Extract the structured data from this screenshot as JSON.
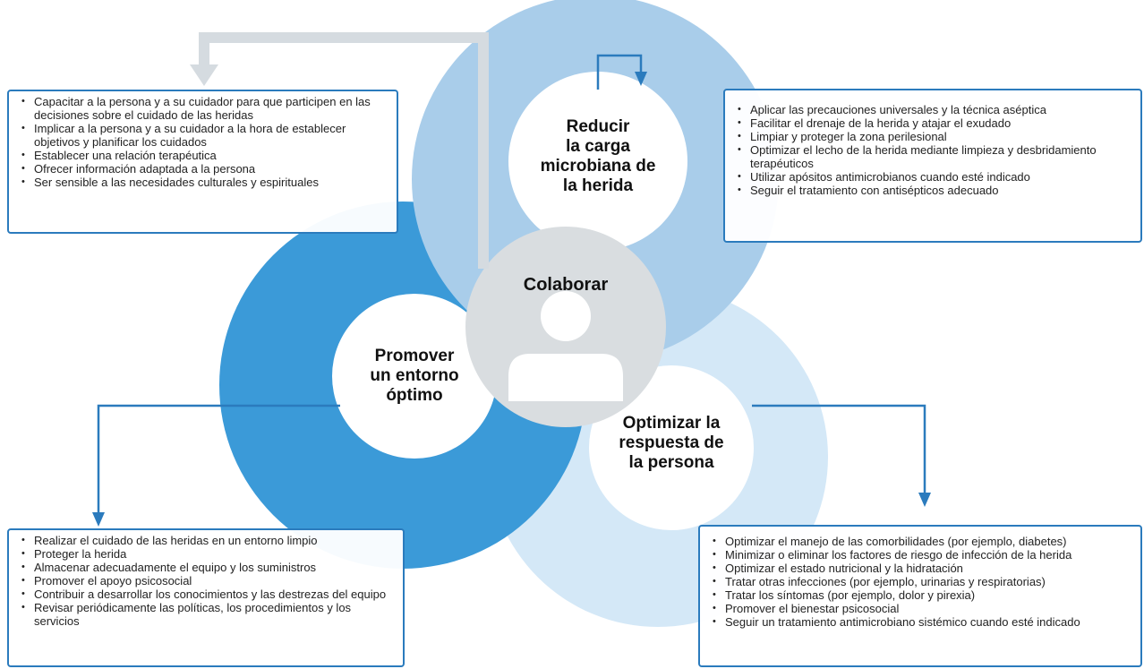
{
  "colors": {
    "promover": "#3b9ad8",
    "reducir": "#a9cdea",
    "optimizar": "#d4e8f7",
    "colaborar": "#d9dde0",
    "arrow": "#2b7bbd",
    "arrow_light": "#d5dbe0"
  },
  "icons": {
    "person": "person-icon"
  },
  "circles": {
    "reducir": [
      "Reducir",
      "la carga",
      "microbiana de",
      "la herida"
    ],
    "promover": [
      "Promover",
      "un entorno",
      "óptimo"
    ],
    "optimizar": [
      "Optimizar la",
      "respuesta de",
      "la persona"
    ],
    "colaborar": "Colaborar"
  },
  "boxes": {
    "top_left": [
      "Capacitar a la persona y a su cuidador para que participen en las decisiones sobre el cuidado de las heridas",
      "Implicar a la persona y a su cuidador a la hora de establecer objetivos y planificar los cuidados",
      "Establecer una relación terapéutica",
      "Ofrecer información adaptada a la persona",
      "Ser sensible a las necesidades culturales y espirituales"
    ],
    "top_right": [
      "Aplicar las precauciones universales y la técnica aséptica",
      "Facilitar el drenaje de la herida y atajar el exudado",
      "Limpiar y proteger la zona perilesional",
      "Optimizar el lecho de la herida mediante limpieza y desbridamiento terapéuticos",
      "Utilizar apósitos antimicrobianos cuando esté indicado",
      "Seguir el tratamiento con antisépticos adecuado"
    ],
    "bottom_left": [
      "Realizar el cuidado de las heridas en un entorno limpio",
      "Proteger la herida",
      "Almacenar adecuadamente el equipo y los suministros",
      "Promover el apoyo psicosocial",
      "Contribuir a desarrollar los conocimientos y las destrezas del equipo",
      "Revisar periódicamente las políticas, los procedimientos y los servicios"
    ],
    "bottom_right": [
      "Optimizar el manejo de las comorbilidades (por ejemplo, diabetes)",
      "Minimizar o eliminar los factores de riesgo de infección de la herida",
      "Optimizar el estado nutricional y la hidratación",
      "Tratar otras infecciones (por ejemplo, urinarias y respiratorias)",
      "Tratar los síntomas (por ejemplo, dolor y pirexia)",
      "Promover el bienestar psicosocial",
      "Seguir un tratamiento antimicrobiano sistémico cuando esté indicado"
    ]
  }
}
